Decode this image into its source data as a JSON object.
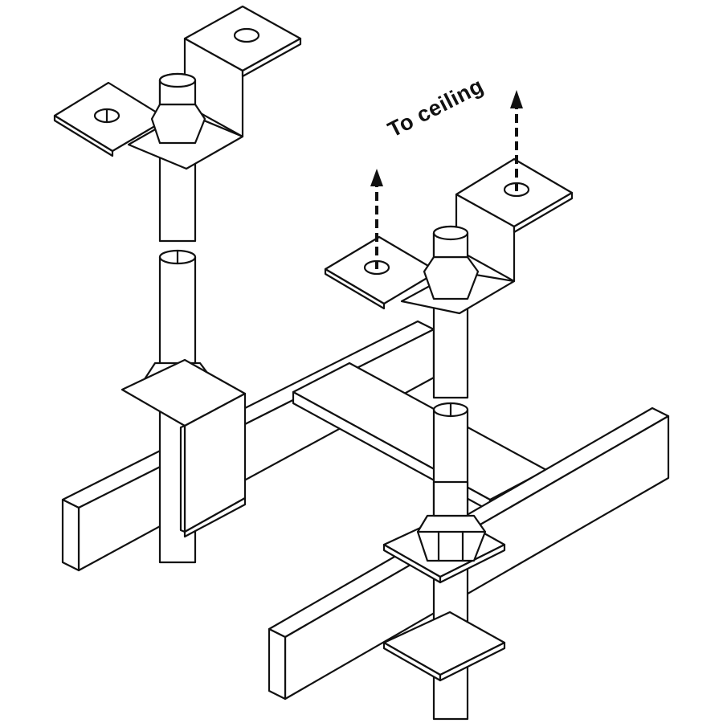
{
  "figure": {
    "description": "Isometric line drawing of two threaded-rod ceiling hangers with Z-brackets, hex nuts and square washers supporting rectangular bars",
    "annotation": {
      "text": "To ceiling",
      "arrows": 2
    },
    "components": {
      "left_assembly": [
        "z-bracket",
        "threaded-rod-upper",
        "threaded-rod-lower",
        "hex-nut",
        "u-clip",
        "bar"
      ],
      "right_assembly": [
        "z-bracket",
        "threaded-rod-upper",
        "threaded-rod-lower",
        "hex-nut",
        "square-washer-top",
        "square-washer-bottom",
        "bar",
        "cross-bar"
      ]
    },
    "colors": {
      "line": "#111111",
      "background": "#ffffff"
    }
  }
}
